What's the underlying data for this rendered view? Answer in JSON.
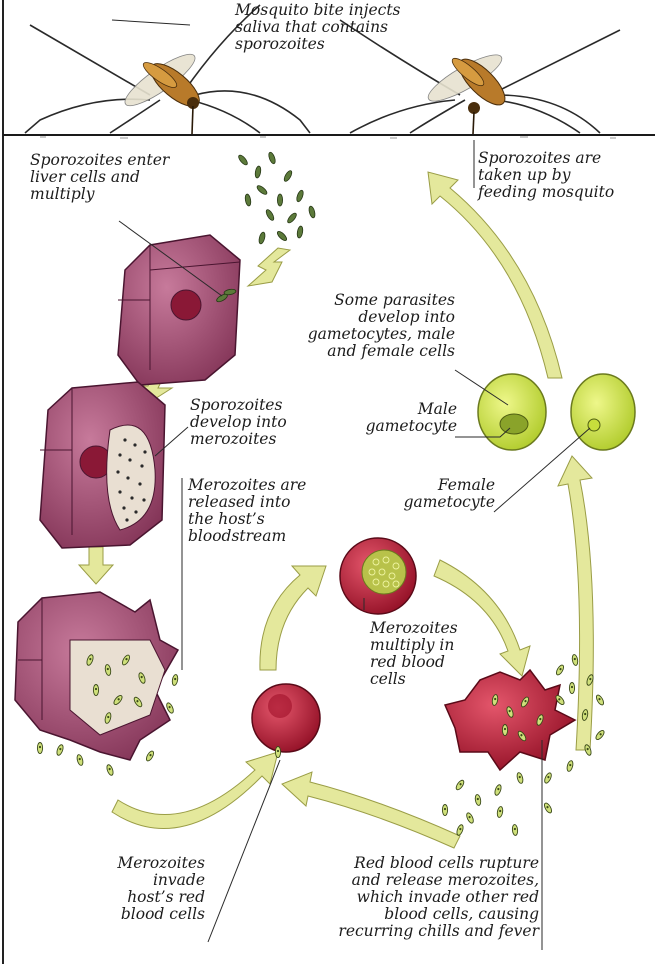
{
  "labels": {
    "mosquito_bite": "Mosquito bite injects\nsaliva that contains\nsporozoites",
    "sporozoites_enter": "Sporozoites enter\nliver cells and\nmultiply",
    "sporozoites_taken_up": "Sporozoites are\ntaken up by\nfeeding mosquito",
    "gametocytes_develop": "Some parasites\ndevelop into\ngametocytes, male\nand female cells",
    "sporozoites_develop": "Sporozoites\ndevelop into\nmerozoites",
    "male_gametocyte": "Male\ngametocyte",
    "female_gametocyte": "Female\ngametocyte",
    "merozoites_released": "Merozoites are\nreleased into\nthe host’s\nbloodstream",
    "merozoites_multiply": "Merozoites\nmultiply in\nred blood\ncells",
    "merozoites_invade": "Merozoites\ninvade\nhost’s red\nblood cells",
    "red_cells_rupture": "Red blood cells rupture\nand release merozoites,\nwhich invade other red\nblood cells, causing\nrecurring chills and fever"
  },
  "colors": {
    "arrow": "#e4e89c",
    "liver_cell": "#a24a70",
    "red_cell": "#c4122e",
    "gametocyte": "#c7de3c",
    "mosquito": "#b87a2a"
  }
}
